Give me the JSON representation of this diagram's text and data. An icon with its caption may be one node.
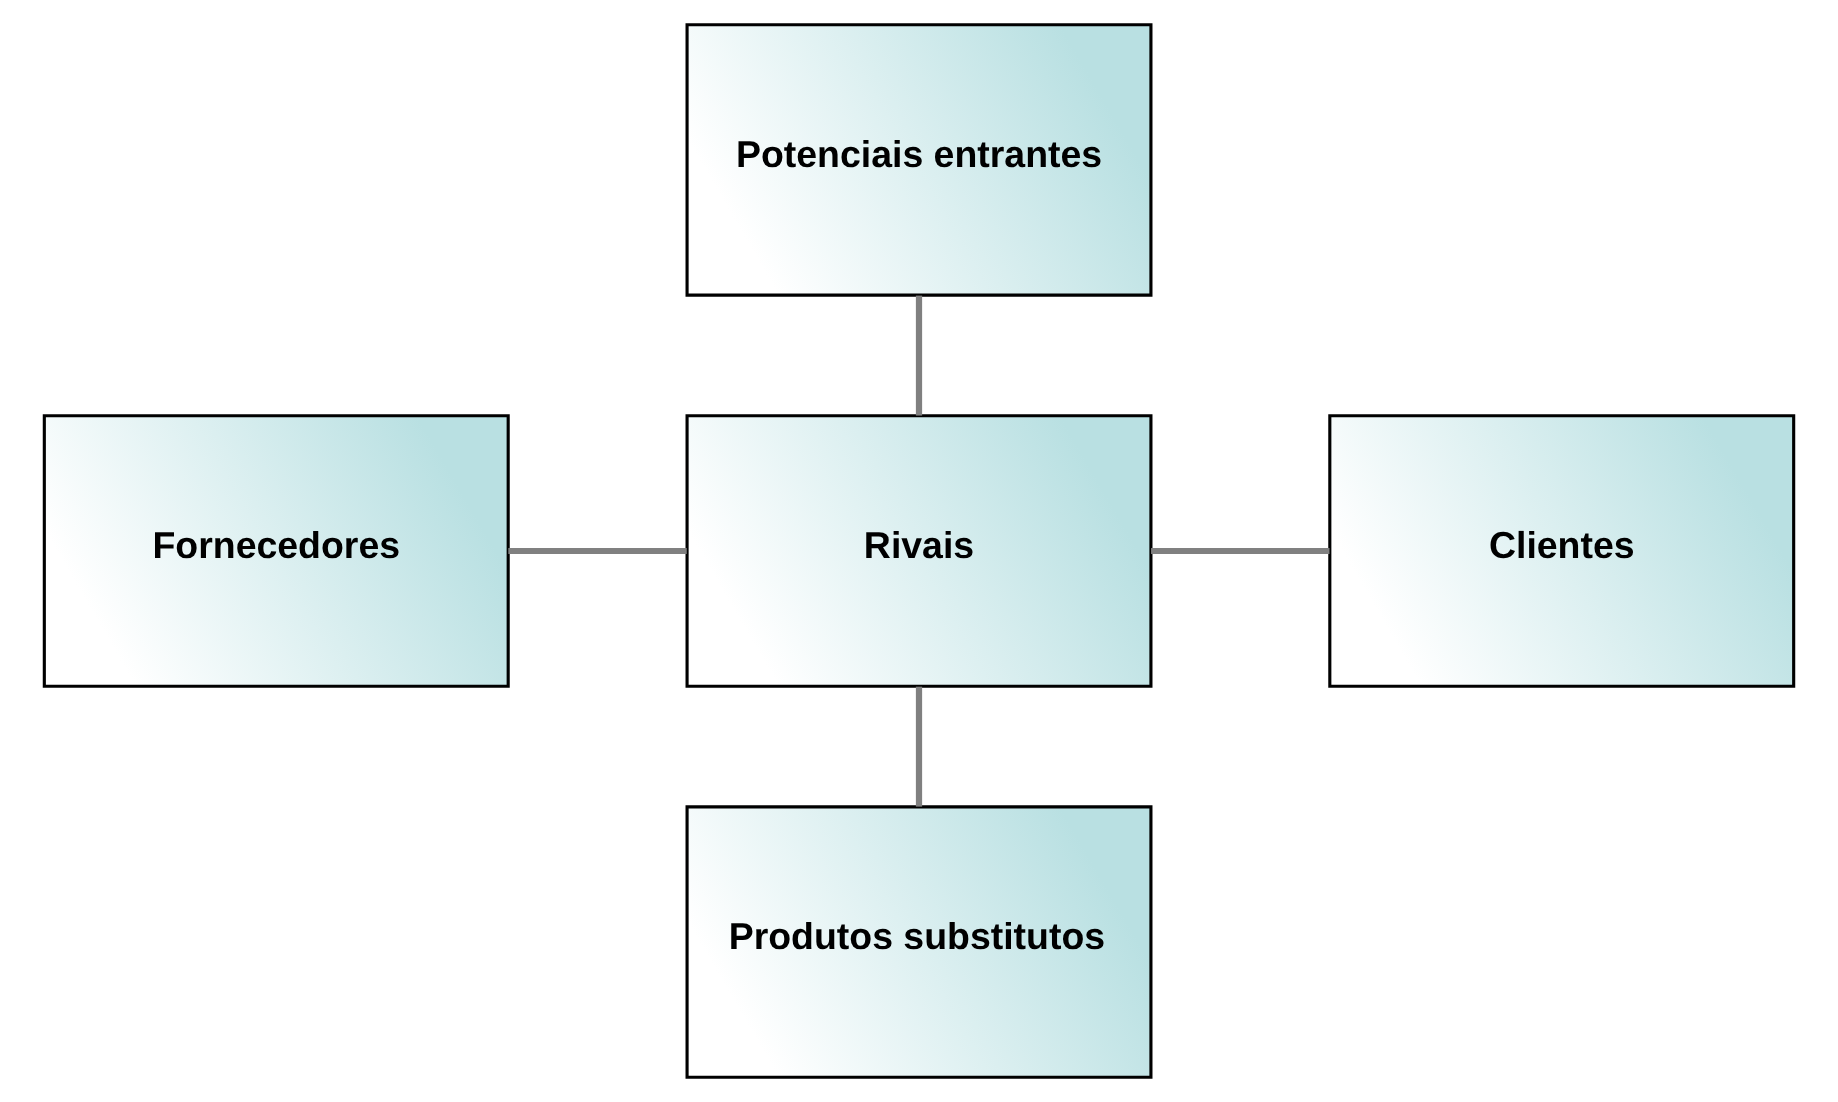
{
  "diagram": {
    "nodes": [
      {
        "text": [
          "Potenciais entrantes"
        ]
      },
      {
        "text": [
          "Fornecedores"
        ]
      },
      {
        "text": [
          "Rivais"
        ]
      },
      {
        "text": [
          "Clientes"
        ]
      },
      {
        "text": [
          "Produtos substitutos"
        ]
      }
    ],
    "edges": [
      {
        "from": 0,
        "to": 2,
        "arrow": "none"
      },
      {
        "from": 1,
        "to": 2,
        "arrow": "none"
      },
      {
        "from": 2,
        "to": 3,
        "arrow": "none"
      },
      {
        "from": 2,
        "to": 4,
        "arrow": "none"
      }
    ]
  }
}
